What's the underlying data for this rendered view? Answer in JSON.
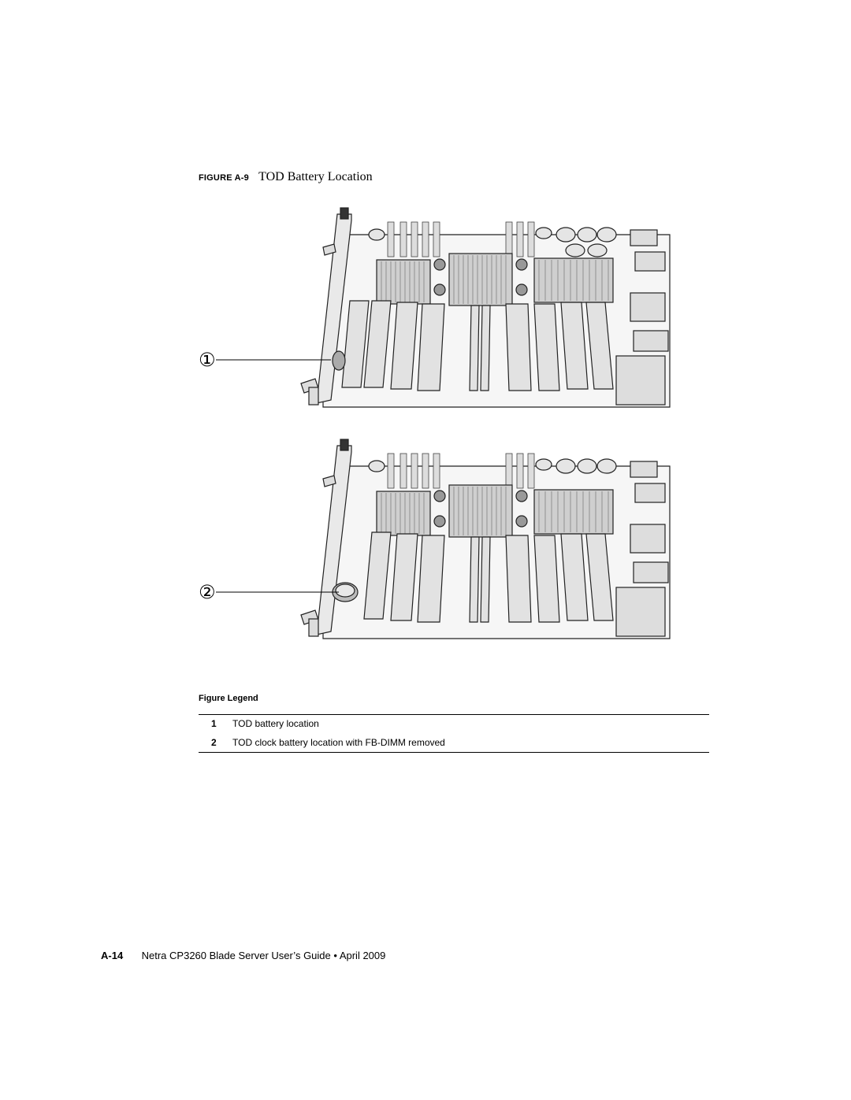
{
  "figure": {
    "label": "FIGURE A-9",
    "title": "TOD Battery Location"
  },
  "callouts": {
    "one": "①",
    "two": "②"
  },
  "legend": {
    "title": "Figure Legend",
    "items": [
      {
        "num": "1",
        "text": "TOD battery location"
      },
      {
        "num": "2",
        "text": "TOD clock battery location with FB-DIMM removed"
      }
    ]
  },
  "footer": {
    "page": "A-14",
    "text": "Netra CP3260 Blade Server User’s Guide • April 2009"
  }
}
